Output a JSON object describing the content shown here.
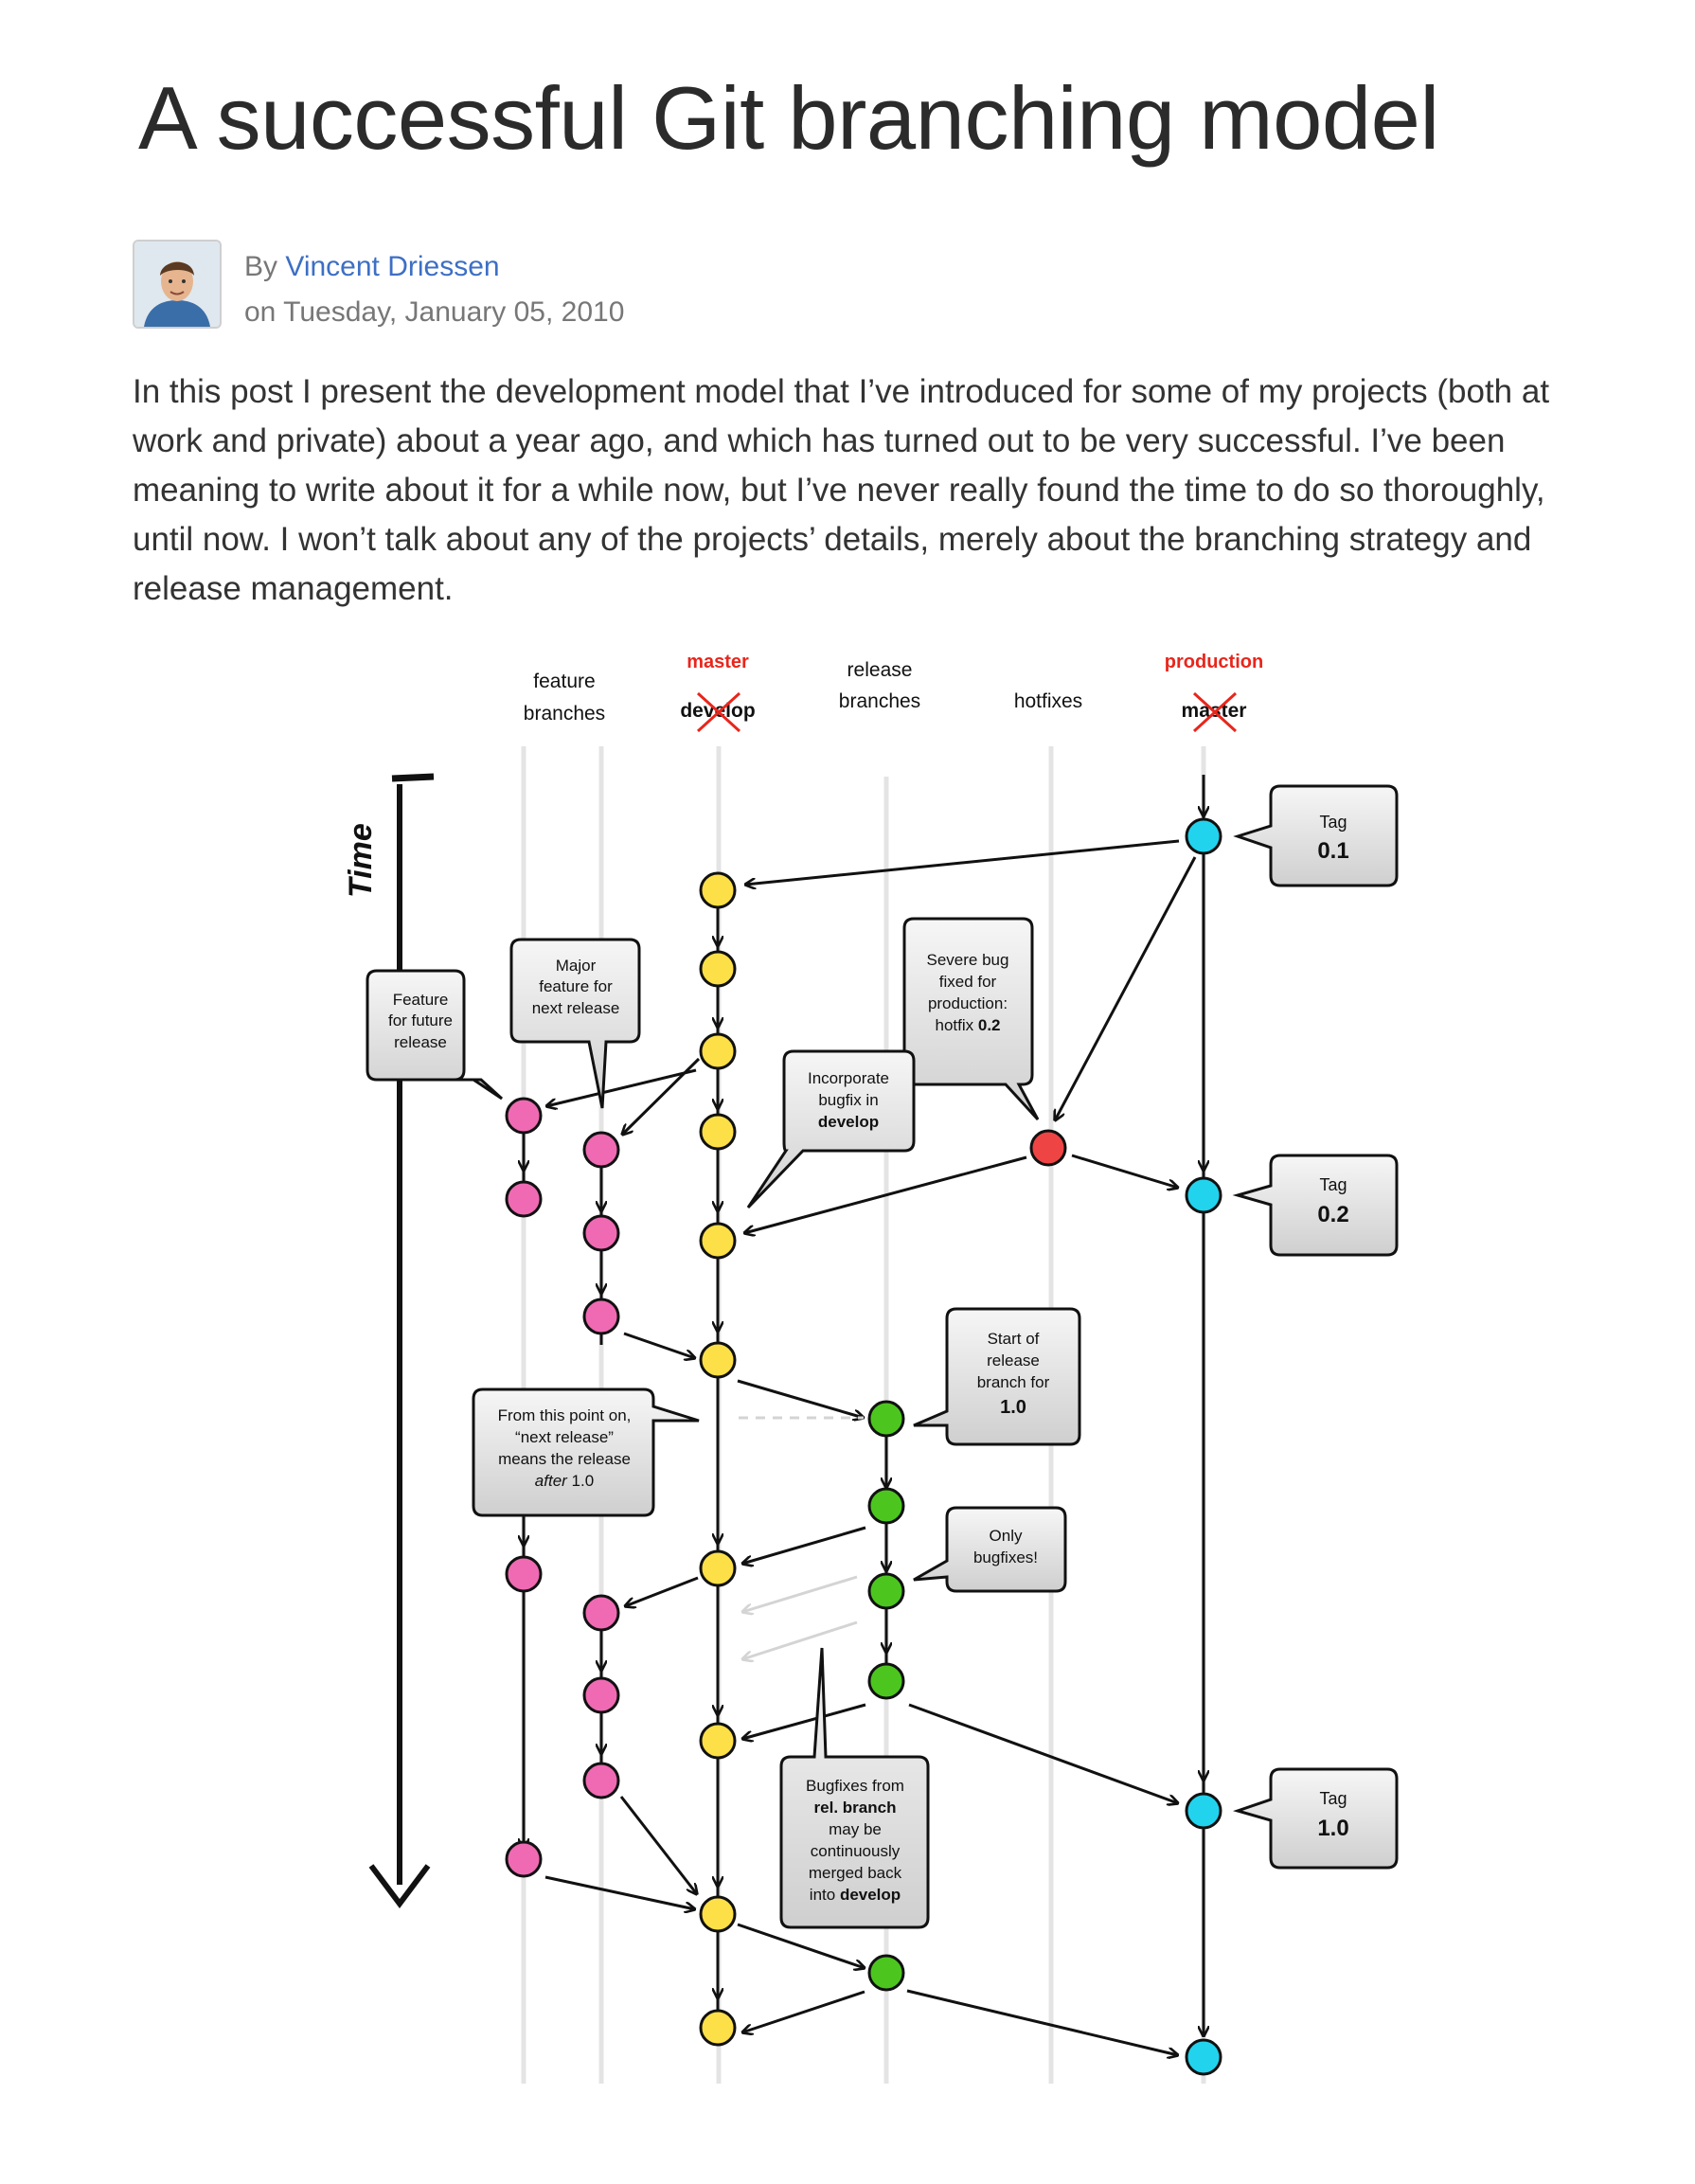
{
  "article": {
    "title": "A successful Git branching model",
    "by_prefix": "By",
    "author": "Vincent Driessen",
    "date": "on Tuesday, January 05, 2010",
    "intro": "In this post I present the development model that I’ve introduced for some of my projects (both at work and private) about a year ago, and which has turned out to be very successful. I’ve been meaning to write about it for a while now, but I’ve never really found the time to do so thoroughly, until now. I won’t talk about any of the projects’ details, merely about the branching strategy and release management."
  },
  "diagram": {
    "time_label": "Time",
    "columns": {
      "feature_1": "feature",
      "feature_2": "branches",
      "master_new": "master",
      "develop_struck": "develop",
      "release_1": "release",
      "release_2": "branches",
      "hotfixes": "hotfixes",
      "production_new": "production",
      "master_struck": "master"
    },
    "tags": {
      "label": "Tag",
      "t01": "0.1",
      "t02": "0.2",
      "t10": "1.0"
    },
    "callouts": {
      "feature_future": [
        "Feature",
        "for future",
        "release"
      ],
      "major_feature": [
        "Major",
        "feature for",
        "next release"
      ],
      "severe_bug": [
        "Severe bug",
        "fixed for",
        "production:",
        "hotfix ",
        "0.2"
      ],
      "incorporate": [
        "Incorporate",
        "bugfix in",
        "develop"
      ],
      "start_release": [
        "Start of",
        "release",
        "branch for",
        "1.0"
      ],
      "from_this_point": [
        "From this point on,",
        "“next release”",
        "means the release",
        "after",
        " 1.0"
      ],
      "only_bugfixes": [
        "Only",
        "bugfixes!"
      ],
      "bugfixes_from": [
        "Bugfixes from",
        "rel. branch",
        "may be",
        "continuously",
        "merged back",
        "into ",
        "develop"
      ]
    },
    "colors": {
      "feature": "#ef6ab3",
      "develop": "#fde047",
      "release": "#4cc61f",
      "hotfix": "#ef4444",
      "master": "#22d3ee",
      "emphasis_red": "#e8261c"
    }
  }
}
